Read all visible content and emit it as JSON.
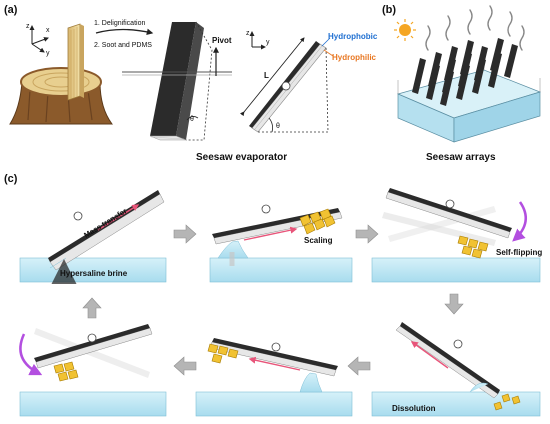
{
  "panel_a": {
    "label": "(a)",
    "step1": "1. Delignification",
    "step2": "2. Soot and PDMS",
    "axis_z": "z",
    "axis_x": "x",
    "axis_y": "y",
    "pivot": "Pivot",
    "length_label": "L",
    "theta": "θ",
    "hydrophobic": "Hydrophobic",
    "hydrophilic": "Hydrophilic",
    "caption": "Seesaw evaporator",
    "colors": {
      "hydrophobic": "#1f6fd1",
      "hydrophilic": "#e87722",
      "soot": "#2b2b2b",
      "wood": "#e8cf8f"
    }
  },
  "panel_b": {
    "label": "(b)",
    "caption": "Seesaw arrays",
    "colors": {
      "water": "#bfe7f3",
      "sun": "#f5a623"
    }
  },
  "panel_c": {
    "label": "(c)",
    "mass_transfer": "Mass transfer",
    "brine": "Hypersaline brine",
    "scaling": "Scaling",
    "self_flipping": "Self-flipping",
    "dissolution": "Dissolution",
    "colors": {
      "brine": "#c9ecf6",
      "salt": "#f1c232",
      "arrow": "#e8557a",
      "flip_arrow": "#b34fe0",
      "flow_arrow": "#9e9e9e"
    }
  }
}
